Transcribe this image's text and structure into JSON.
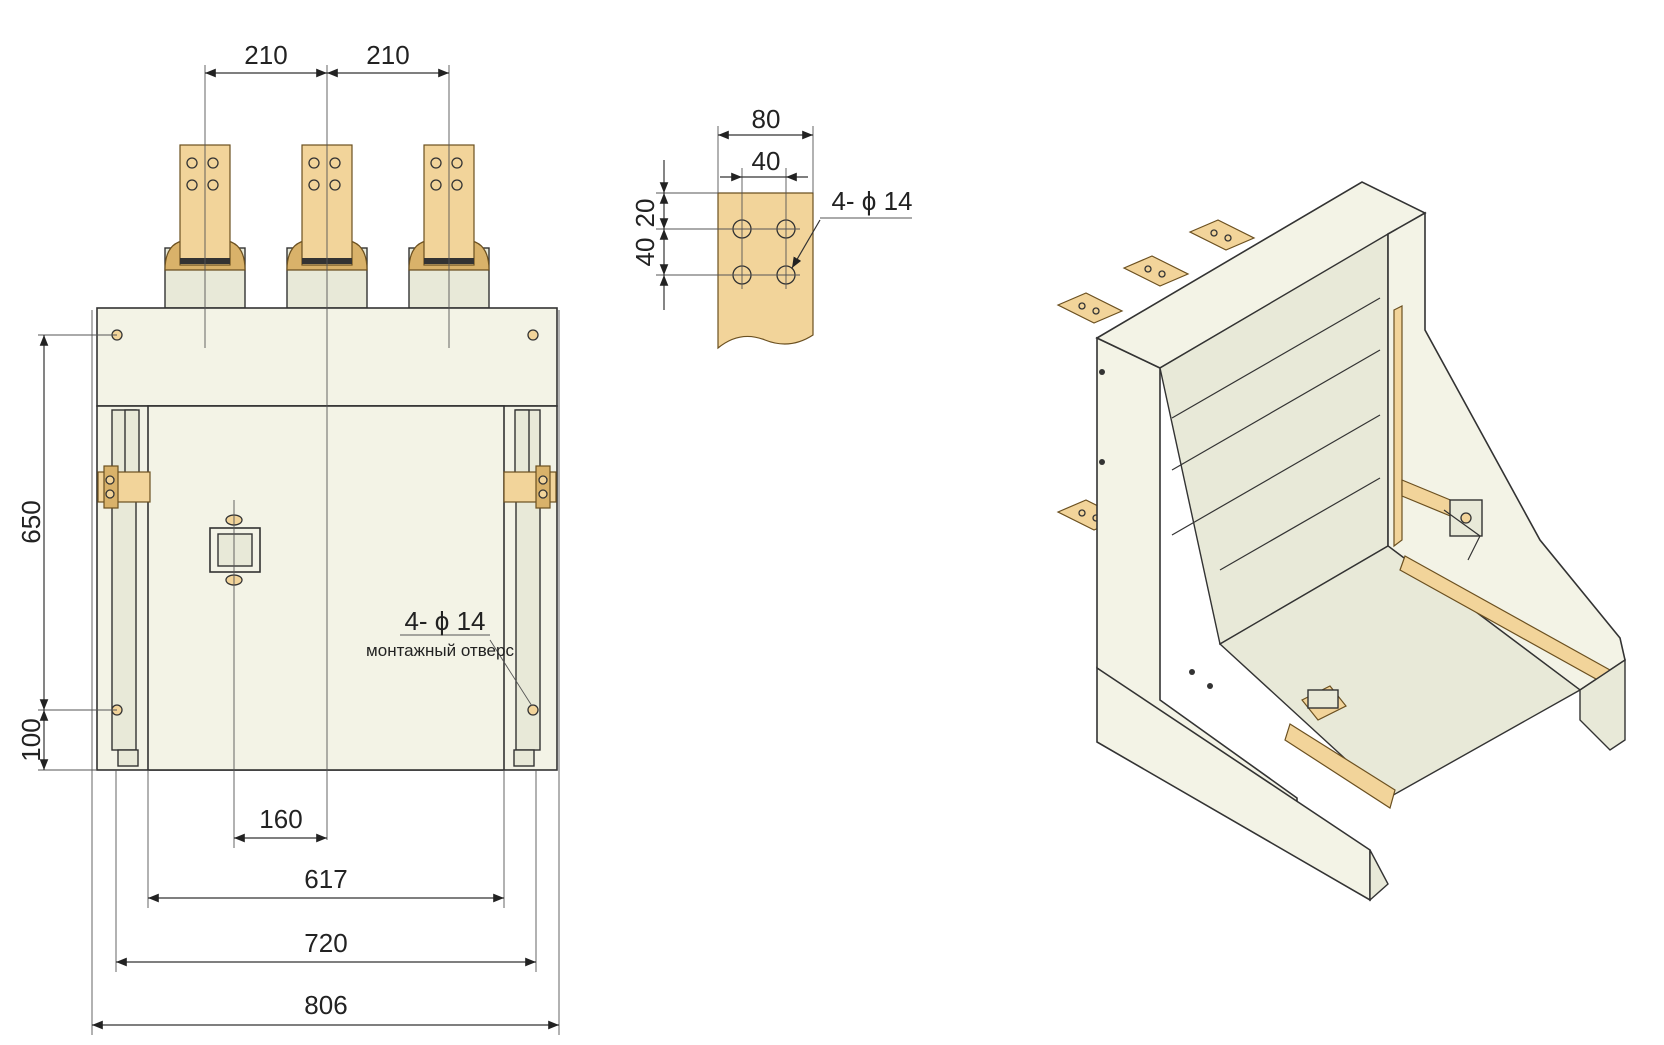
{
  "front_view": {
    "dim_top_left": "210",
    "dim_top_right": "210",
    "dim_height_650": "650",
    "dim_height_100": "100",
    "dim_160": "160",
    "dim_617": "617",
    "dim_720": "720",
    "dim_806": "806",
    "hole_callout": "4- ϕ 14",
    "hole_note": "монтажный отверс"
  },
  "busbar_detail": {
    "dim_80": "80",
    "dim_40_width": "40",
    "dim_20": "20",
    "dim_40_height": "40",
    "hole_callout": "4- ϕ 14"
  },
  "colors": {
    "body": "#f3f3e6",
    "brass": "#f2d49a",
    "outline": "#333333"
  }
}
